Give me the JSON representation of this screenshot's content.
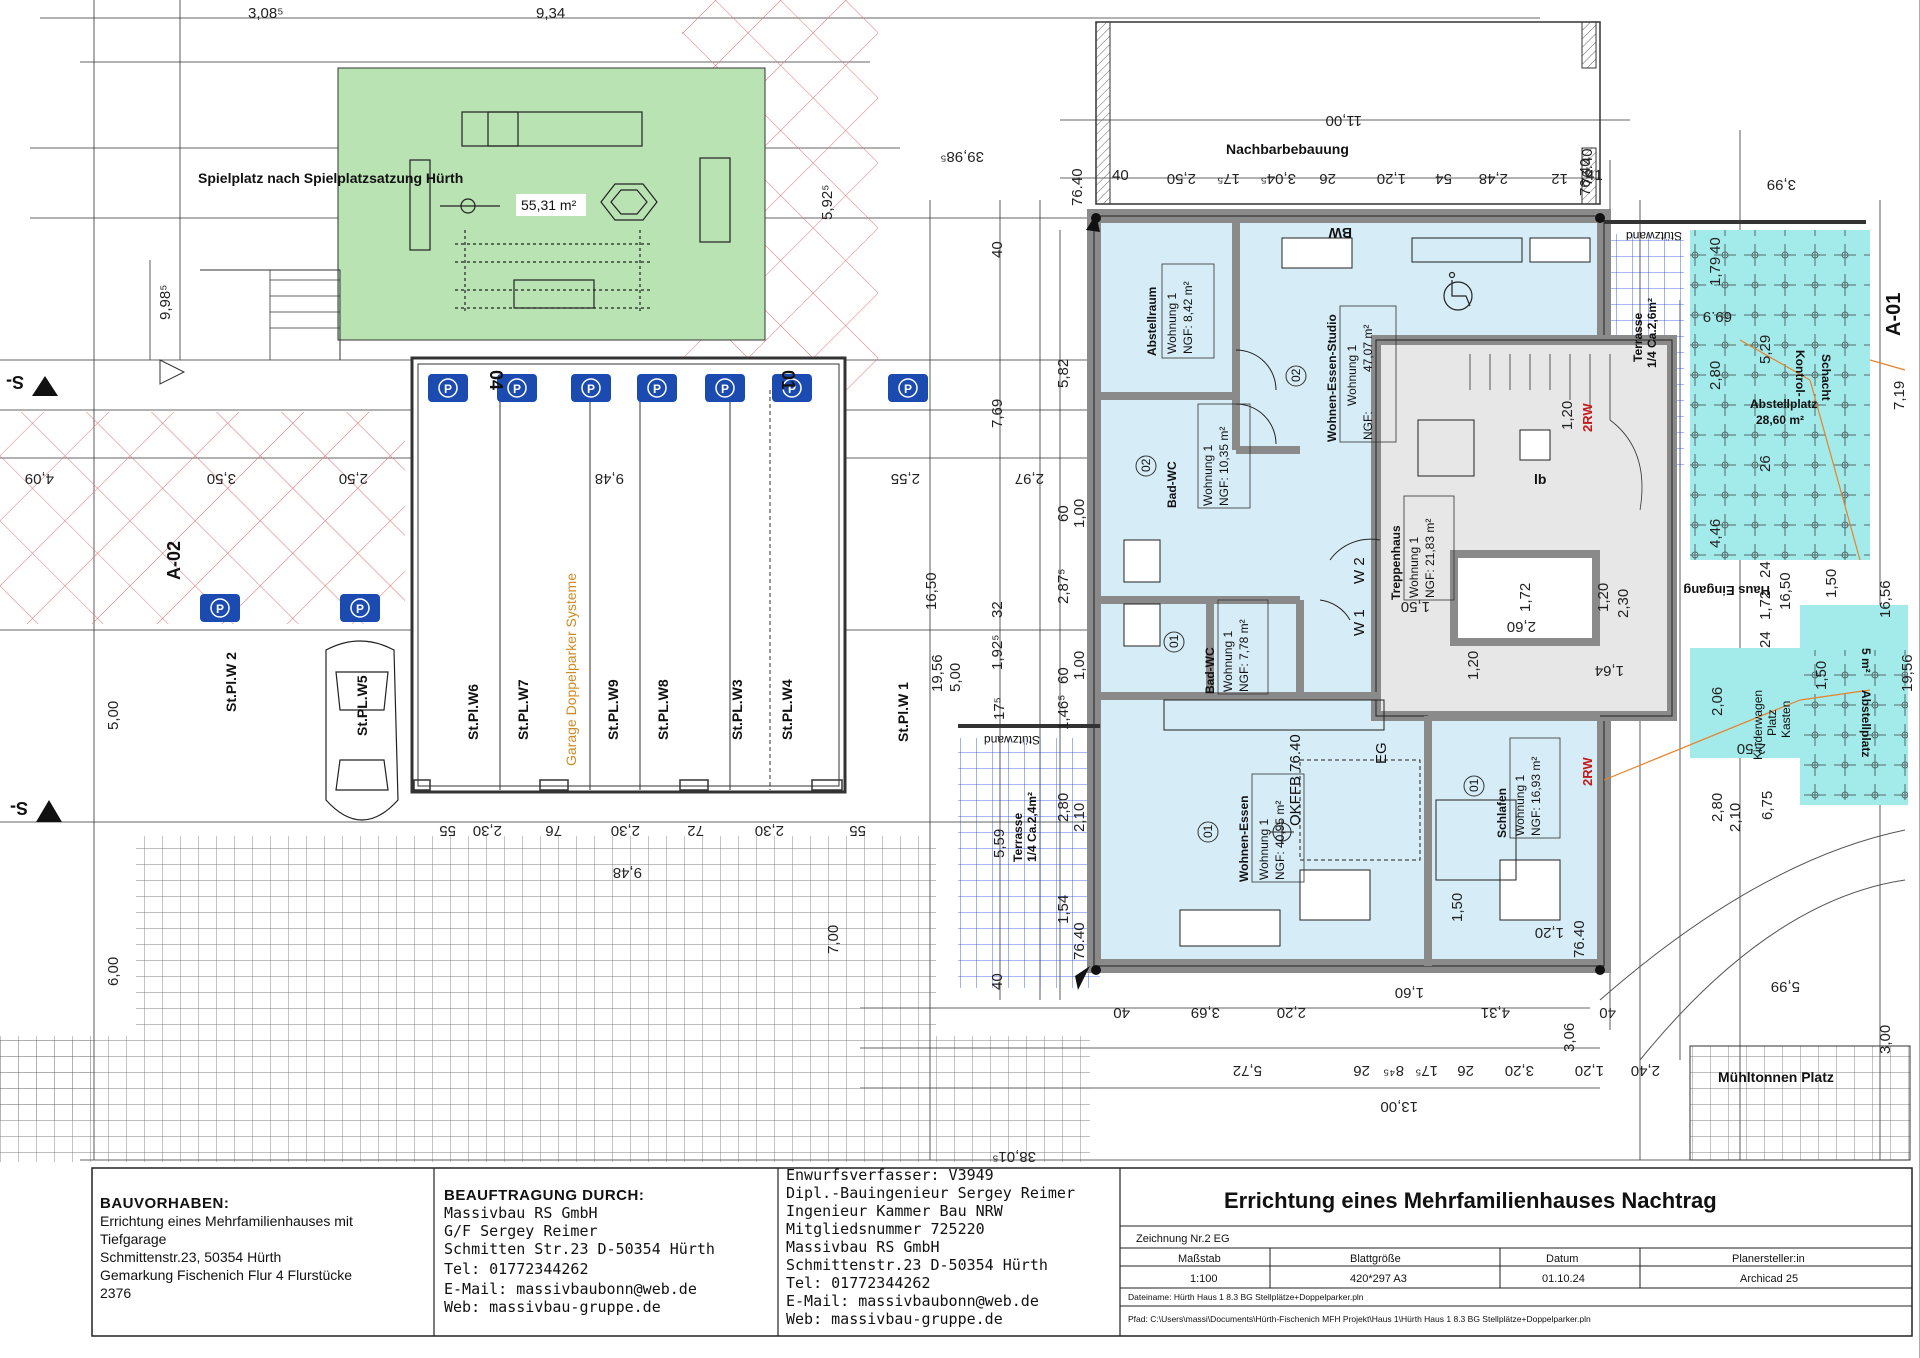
{
  "site": {
    "playground_label": "Spielplatz nach Spielplatzsatzung Hürth",
    "playground_area": "55,31 m²",
    "neighbor_label": "Nachbarbebauung",
    "garage_label": "Garage Doppelparker Systeme",
    "bin_area_label": "Mühltonnen Platz",
    "retaining_wall_1": "Stützwand",
    "retaining_wall_2": "Stützwand",
    "house_entrance": "Haus Eingang",
    "bw_label": "BW",
    "eg_label": "EG",
    "okffb": "OKFFB 76.40",
    "axis_a01": "A-01",
    "axis_a02": "A-02",
    "axis_s1": "S-",
    "axis_s2": "S-",
    "axis_04": "04",
    "axis_01": "01"
  },
  "parking": [
    "St.Pl.W 2",
    "St.PL.W5",
    "St.Pl.W6",
    "St.PL.W7",
    "St.PL.W9",
    "St.PL.W8",
    "St.PL.W3",
    "St.PL.W4",
    "St.Pl.W 1"
  ],
  "rooms": {
    "abstellraum": {
      "name": "Abstellraum",
      "unit": "Wohnung 1",
      "ngf": "NGF: 8,42 m²"
    },
    "studio": {
      "name": "Wohnen-Essen-Studio",
      "unit": "Wohnung 1",
      "ngf_label": "NGF:",
      "ngf_value": "47,07 m²",
      "num": "02"
    },
    "badwc2": {
      "name": "Bad-WC",
      "unit": "Wohnung 1",
      "ngf": "NGF: 10,35 m²",
      "num": "02"
    },
    "treppenhaus": {
      "name": "Treppenhaus",
      "unit": "Wohnung 1",
      "ngf": "NGF: 21,83 m²"
    },
    "badwc1": {
      "name": "Bad-WC",
      "unit": "Wohnung 1",
      "ngf": "NGF: 7,78 m²",
      "num": "01"
    },
    "wohnen": {
      "name": "Wohnen-Essen",
      "unit": "Wohnung 1",
      "ngf": "NGF: 40,95 m²",
      "num": "01"
    },
    "schlafen": {
      "name": "Schlafen",
      "unit": "Wohnung 1",
      "ngf": "NGF: 16,93 m²",
      "num": "01"
    },
    "terrasse1": {
      "name": "Terrasse",
      "sub": "1/4 Ca.2,6m²"
    },
    "terrasse2": {
      "name": "Terrasse",
      "sub": "1/4 Ca.2,4m²"
    },
    "abstellplatz1": {
      "name": "Abstellplatz",
      "area": "28,60 m²"
    },
    "abstellplatz2": {
      "name": "Abstellplatz",
      "area": "5 m²"
    },
    "kontrollschacht": {
      "name": "Kontrol-",
      "name2": "Schacht"
    },
    "kinderwagen": {
      "line1": "Kinderwagen",
      "line2": "Platz",
      "line3": "Kasten"
    },
    "rw1": "2RW",
    "rw2": "2RW",
    "w1": "W 1",
    "w2": "W 2",
    "lb": "lb"
  },
  "dims": {
    "top_308": "3,08⁵",
    "top_934": "9,34",
    "top_1100": "11,00",
    "top_3998": "39,98⁵",
    "d_5925": "5,92⁵",
    "d_9985": "9,98⁵",
    "d_399": "3,99",
    "d_7640a": "76.40",
    "d_7640b": "76.40",
    "row_neighbor": [
      "40",
      "2,50",
      "17⁵",
      "3,04⁵",
      "26",
      "1,20",
      "54",
      "2,48",
      "12",
      "41"
    ],
    "row_mid": [
      "4,09",
      "3,50",
      "2,50",
      "9,48",
      "2,55",
      "2,97"
    ],
    "row_garage": [
      "55",
      "2,30",
      "76",
      "2,30",
      "72",
      "2,30",
      "55"
    ],
    "garage_948": "9,48",
    "left_500": "5,00",
    "left_600": "6,00",
    "left_700": "7,00",
    "v_40a": "40",
    "v_582": "5,82",
    "v_769": "7,69",
    "v_1650": "16,50",
    "v_1956": "19,56",
    "v_500": "5,00",
    "v_1925": "1,92⁵",
    "v_32": "32",
    "v_2875": "2,87⁵",
    "v_60a": "60",
    "v_100a": "1,00",
    "v_60b": "60",
    "v_100b": "1,00",
    "v_1465": "1,46⁵",
    "v_175": "17⁵",
    "v_559": "5,59",
    "v_280a": "2,80",
    "v_210a": "2,10",
    "v_154": "1,54",
    "v_7640": "76.40",
    "v_40b": "40",
    "i_120a": "1,20",
    "i_172": "1,72",
    "i_120b": "1,20",
    "i_230": "2,30",
    "i_150": "1,50",
    "i_260": "2,60",
    "i_164": "1,64",
    "i_120c": "1,20",
    "i_150b": "1,50",
    "i_120d": "1,20",
    "i_7640c": "76.40",
    "i_7640d": "76.40",
    "r_179": "1,79",
    "r_40": "40",
    "r_6995": "69.9",
    "r_280": "2,80",
    "r_529": "5,29",
    "r_26": "26",
    "r_446": "4,46",
    "r_24a": "24",
    "r_1650": "16,50",
    "r_172": "1,72",
    "r_24b": "24",
    "r_150": "1,50",
    "r_719": "7,19",
    "r_1656": "16,56",
    "r_1956": "19,56",
    "r_206": "2,06",
    "r_150b": "1,50",
    "r_250": "2,50",
    "r_280b": "2,80",
    "r_210b": "2,10",
    "r_675": "6,75",
    "r_599": "5,99",
    "r_300": "3,00",
    "bot_row": [
      "40",
      "3,69",
      "2,20",
      "1,60",
      "4,31",
      "40"
    ],
    "bot_row2": [
      "5,72",
      "26",
      "8⁴⁵",
      "17⁵",
      "26",
      "3,20",
      "1,20",
      "2,40"
    ],
    "bot_306": "3,06",
    "bot_1300": "13,00",
    "bot_3801": "38,01⁵"
  },
  "titleblock": {
    "bauvorhaben_head": "BAUVORHABEN:",
    "bauvorhaben_lines": [
      "Errichtung eines Mehrfamilienhauses mit",
      "Tiefgarage",
      "Schmittenstr.23,  50354 Hürth",
      "Gemarkung Fischenich Flur 4 Flurstücke",
      "2376"
    ],
    "beauftragung_head": "BEAUFTRAGUNG DURCH:",
    "beauftragung_lines": [
      "Massivbau RS GmbH",
      "G/F Sergey Reimer",
      "Schmitten Str.23  D-50354 Hürth",
      "Tel: 01772344262",
      "E-Mail: massivbaubonn@web.de",
      "Web: massivbau-gruppe.de"
    ],
    "entwurf_lines": [
      "Enwurfsverfasser:   V3949",
      "Dipl.-Bauingenieur Sergey Reimer",
      "Ingenieur Kammer Bau  NRW",
      "Mitgliedsnummer  725220",
      "Massivbau RS GmbH",
      "Schmittenstr.23 D-50354 Hürth",
      "Tel: 01772344262",
      "E-Mail: massivbaubonn@web.de",
      "Web: massivbau-gruppe.de"
    ],
    "project_title": "Errichtung eines Mehrfamilienhauses Nachtrag",
    "drawing_no": "Zeichnung Nr.2 EG",
    "col_heads": [
      "Maßstab",
      "Blattgröße",
      "Datum",
      "Planersteller:in"
    ],
    "col_values": [
      "1:100",
      "420*297 A3",
      "01.10.24",
      "Archicad 25"
    ],
    "dateiname": "Dateiname: Hürth Haus 1 8.3 BG Stellplätze+Doppelparker.pln",
    "pfad": "Pfad: C:\\Users\\massi\\Documents\\Hürth-Fischenich MFH Projekt\\Haus 1\\Hürth Haus 1 8.3 BG Stellplätze+Doppelparker.pln"
  },
  "colors": {
    "room_fill": "#d6ecf7",
    "green": "#b9e3b3",
    "cyan": "#a3eaea",
    "wall": "#9a9a9a",
    "blue_line": "#1f3fd8",
    "orange": "#e8822a",
    "red_hatch": "#e07070"
  }
}
